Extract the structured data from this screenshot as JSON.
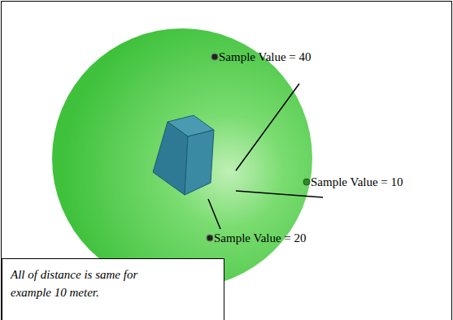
{
  "diagram": {
    "nodes": [
      {
        "text": [
          "All of distance is same for example 10 meter."
        ]
      }
    ],
    "labels": [
      "Sample Value = 40",
      "Sample Value = 10",
      "Sample Value = 20"
    ]
  }
}
